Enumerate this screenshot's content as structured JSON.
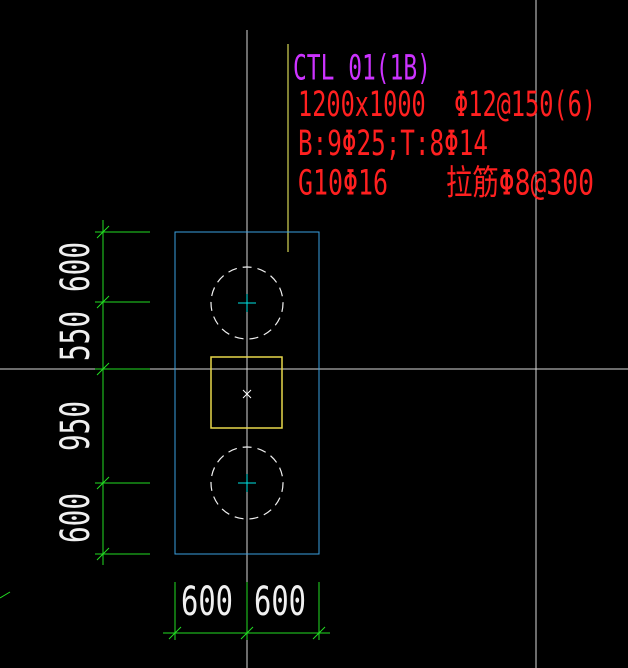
{
  "annotation": {
    "name": "CTL 01(1B)",
    "section_and_stirrup": "1200x1000  Φ12@150(6)",
    "longitudinal_bars": "B:9Φ25;T:8Φ14",
    "side_bars": "G10Φ16",
    "tie_bars": "拉筋Φ8@300"
  },
  "dimensions": {
    "left": [
      "600",
      "550",
      "950",
      "600"
    ],
    "bottom": [
      "600",
      "600"
    ]
  },
  "colors": {
    "background": "#000000",
    "axis_line": "#d8d8d8",
    "name_text": "#cc33ff",
    "annotation_text": "#ff2020",
    "leader_line": "#ffff66",
    "cap_outline": "#3aa0e0",
    "column": "#e8d84a",
    "pile_circle": "#f0f0f0",
    "pile_center": "#00e5e5",
    "dimension": "#22dd22"
  }
}
